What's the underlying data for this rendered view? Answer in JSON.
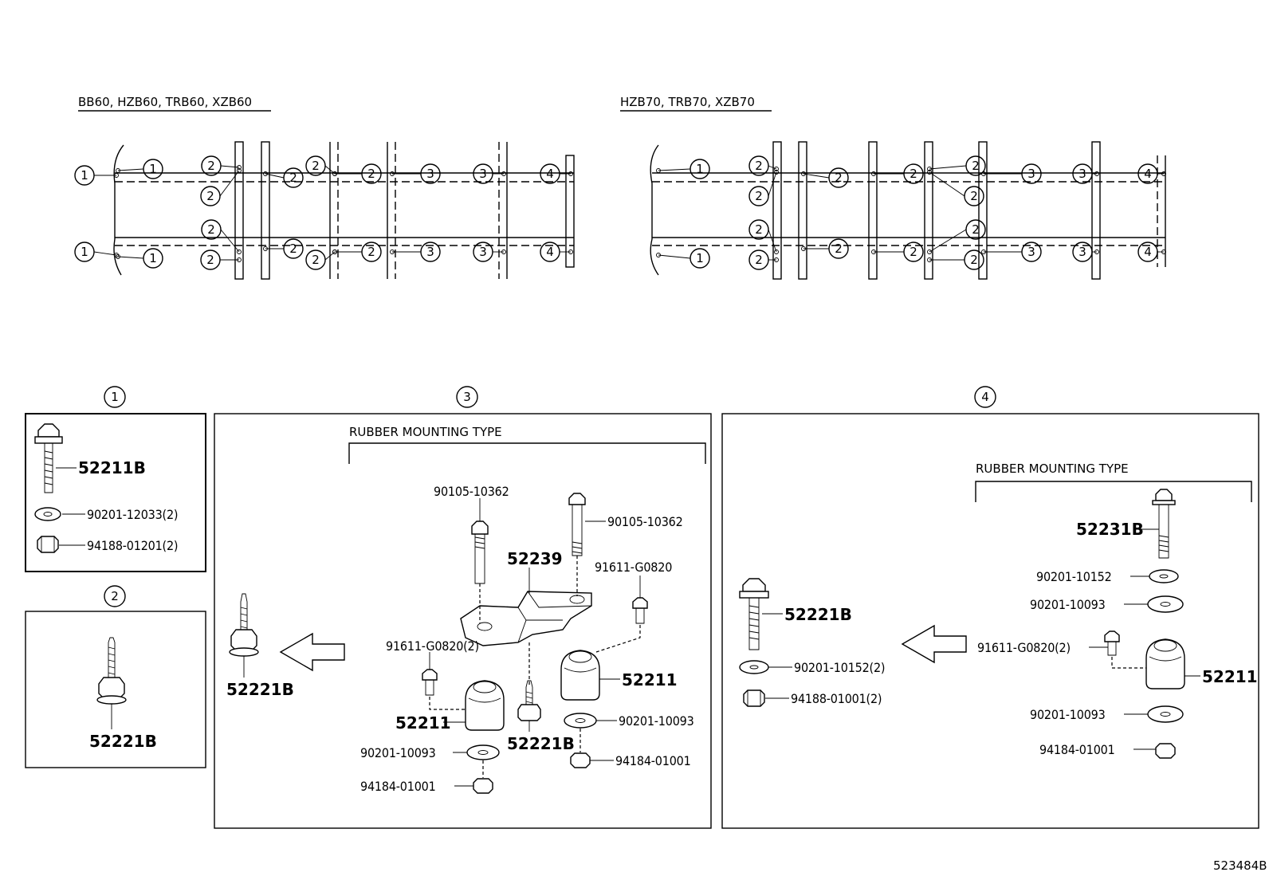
{
  "frames": {
    "left_title": "BB60, HZB60, TRB60, XZB60",
    "right_title": "HZB70, TRB70, XZB70",
    "left_callouts_top": [
      "1",
      "1",
      "2",
      "2",
      "2",
      "2",
      "2",
      "3",
      "3",
      "4"
    ],
    "left_callouts_bottom": [
      "1",
      "1",
      "2",
      "2",
      "2",
      "2",
      "2",
      "3",
      "3",
      "4"
    ],
    "right_callouts_top": [
      "1",
      "2",
      "2",
      "2",
      "2",
      "2",
      "2",
      "3",
      "3",
      "4"
    ],
    "right_callouts_bottom": [
      "1",
      "2",
      "2",
      "2",
      "2",
      "2",
      "2",
      "3",
      "3",
      "4"
    ]
  },
  "details": {
    "d1": {
      "number": "1",
      "parts": [
        "52211B",
        "90201-12033(2)",
        "94188-01201(2)"
      ]
    },
    "d2": {
      "number": "2",
      "parts": [
        "52221B"
      ]
    },
    "d3": {
      "number": "3",
      "heading": "RUBBER MOUNTING TYPE",
      "parts": {
        "p_52221B_left": "52221B",
        "p_90105_a": "90105-10362",
        "p_90105_b": "90105-10362",
        "p_52239": "52239",
        "p_91611_a": "91611-G0820",
        "p_91611_b": "91611-G0820(2)",
        "p_52211_left": "52211",
        "p_52211_right": "52211",
        "p_90201_left": "90201-10093",
        "p_90201_right": "90201-10093",
        "p_52221B_mid": "52221B",
        "p_94184_left": "94184-01001",
        "p_94184_right": "94184-01001"
      }
    },
    "d4": {
      "number": "4",
      "heading": "RUBBER MOUNTING TYPE",
      "parts": {
        "p_52231B": "52231B",
        "p_90201_10152": "90201-10152",
        "p_90201_10093_a": "90201-10093",
        "p_91611": "91611-G0820(2)",
        "p_52211": "52211",
        "p_90201_10093_b": "90201-10093",
        "p_94184": "94184-01001",
        "p_52221B": "52221B",
        "p_90201_10152_2": "90201-10152(2)",
        "p_94188": "94188-01001(2)"
      }
    }
  },
  "diagram_number": "523484B"
}
